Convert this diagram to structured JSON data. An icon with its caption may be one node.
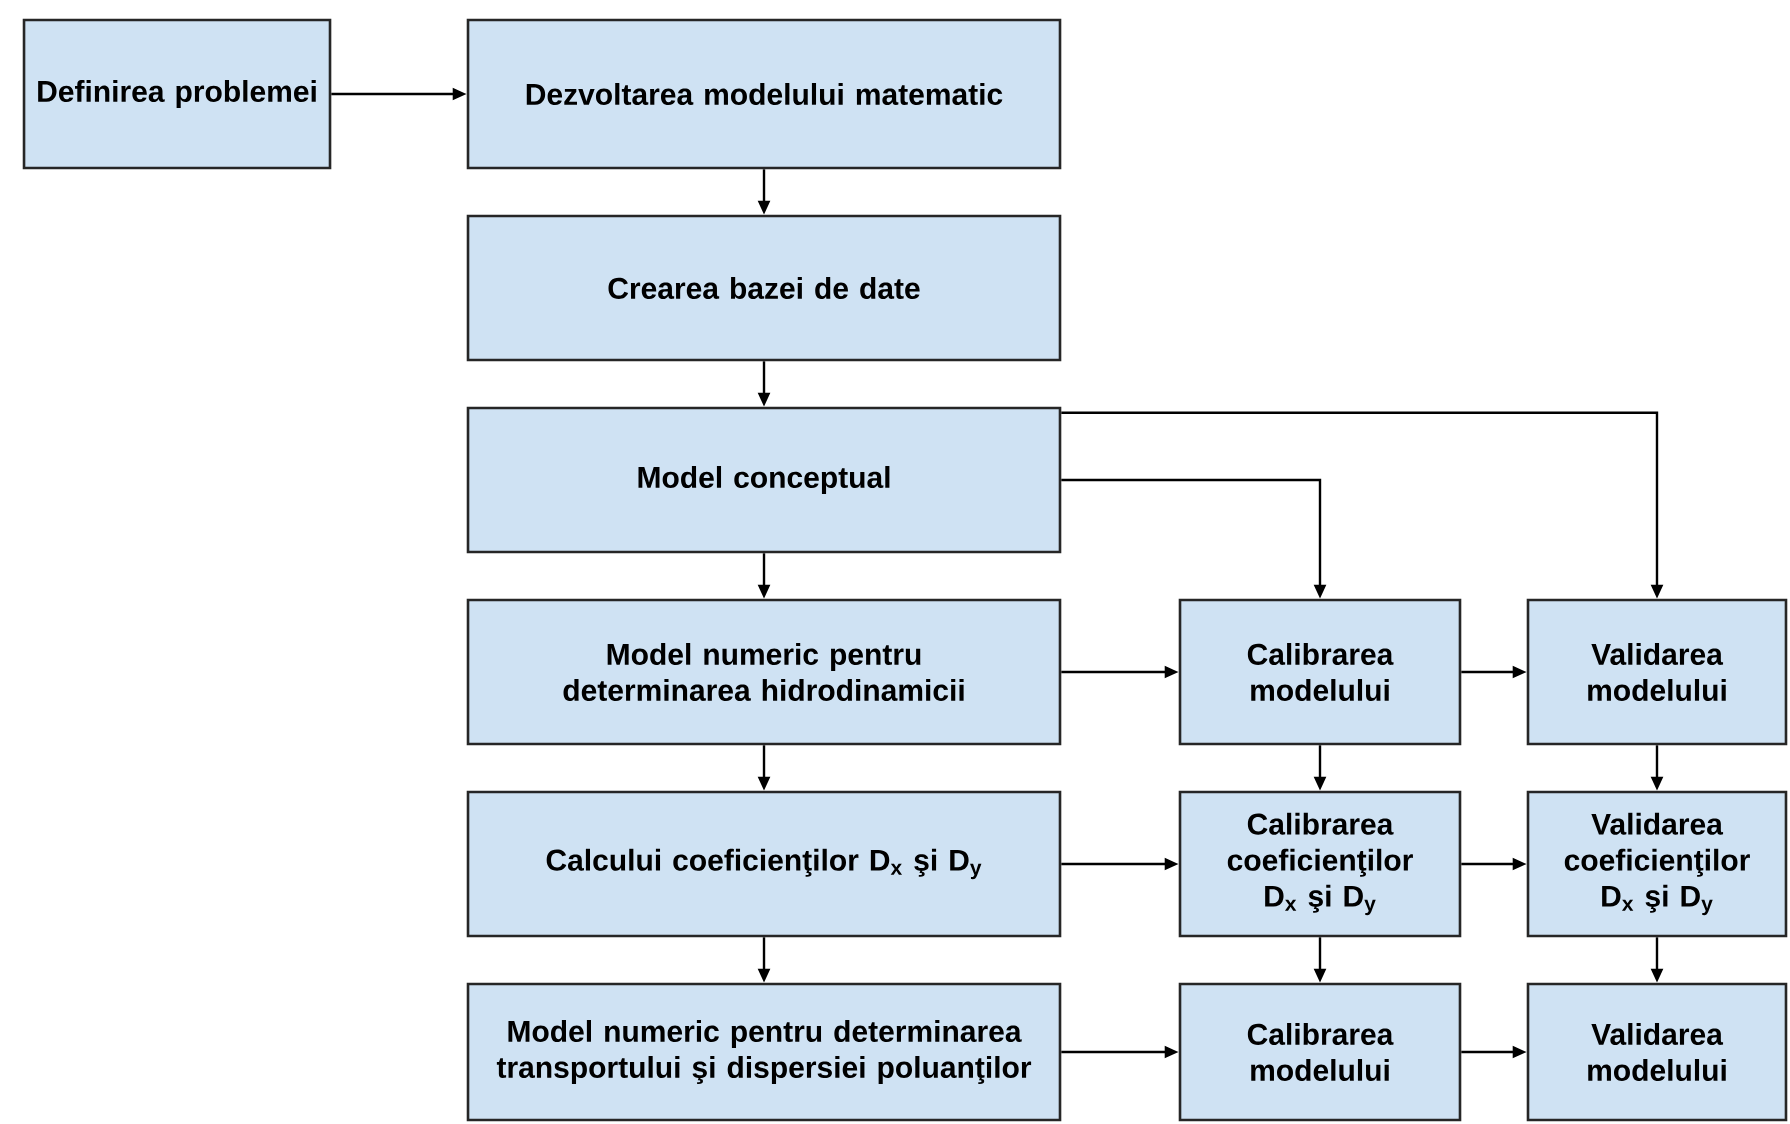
{
  "diagram": {
    "nodes": [
      {
        "text": [
          "Definirea problemei"
        ]
      },
      {
        "text": [
          "Dezvoltarea modelului matematic"
        ]
      },
      {
        "text": [
          "Crearea bazei de date"
        ]
      },
      {
        "text": [
          "Model conceptual"
        ]
      },
      {
        "text": [
          "Model numeric pentru determinarea hidrodinamicii"
        ]
      },
      {
        "text": [
          "Calibrarea modelului"
        ]
      },
      {
        "text": [
          "Validarea modelului"
        ]
      },
      {
        "text": [
          "Calcului coeficienţilor D$_{x}$ şi D$_{y}$"
        ]
      },
      {
        "text": [
          "Calibrarea coeficienţilor D$_{x}$ şi D$_{y}$"
        ]
      },
      {
        "text": [
          "Validarea coeficienţilor D$_{x}$ şi D$_{y}$"
        ]
      },
      {
        "text": [
          "Model numeric pentru determinarea transportului şi dispersiei poluanţilor"
        ]
      },
      {
        "text": [
          "Calibrarea modelului"
        ]
      },
      {
        "text": [
          "Validarea modelului"
        ]
      }
    ],
    "edges": [
      {
        "from": 0,
        "to": 1,
        "arrow": "to"
      },
      {
        "from": 1,
        "to": 2,
        "arrow": "to"
      },
      {
        "from": 2,
        "to": 3,
        "arrow": "to"
      },
      {
        "from": 3,
        "to": 4,
        "arrow": "to"
      },
      {
        "from": 3,
        "to": 5,
        "arrow": "to"
      },
      {
        "from": 3,
        "to": 6,
        "arrow": "to"
      },
      {
        "from": 4,
        "to": 5,
        "arrow": "to"
      },
      {
        "from": 5,
        "to": 6,
        "arrow": "to"
      },
      {
        "from": 4,
        "to": 7,
        "arrow": "to"
      },
      {
        "from": 5,
        "to": 8,
        "arrow": "to"
      },
      {
        "from": 6,
        "to": 9,
        "arrow": "to"
      },
      {
        "from": 7,
        "to": 8,
        "arrow": "to"
      },
      {
        "from": 8,
        "to": 9,
        "arrow": "to"
      },
      {
        "from": 7,
        "to": 10,
        "arrow": "to"
      },
      {
        "from": 8,
        "to": 11,
        "arrow": "to"
      },
      {
        "from": 9,
        "to": 12,
        "arrow": "to"
      },
      {
        "from": 10,
        "to": 11,
        "arrow": "to"
      },
      {
        "from": 11,
        "to": 12,
        "arrow": "to"
      }
    ]
  }
}
